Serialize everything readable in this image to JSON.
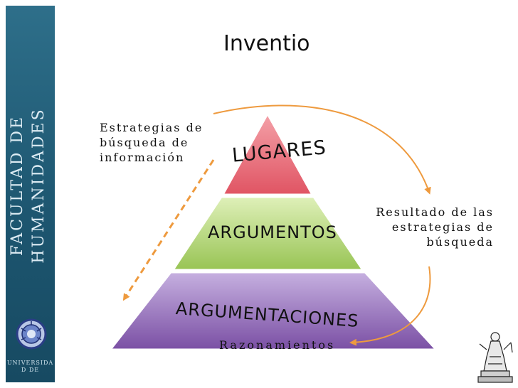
{
  "slide": {
    "title": "Inventio",
    "sidebar": {
      "faculty_line1": "FACULTAD DE",
      "faculty_line2": "HUMANIDADES",
      "university_line1": "UNIVERSIDA",
      "university_line2": "D DE"
    },
    "pyramid": {
      "levels": [
        {
          "label": "LUGARES",
          "color": "#e8606e"
        },
        {
          "label": "ARGUMENTOS",
          "color": "#a6cc5f"
        },
        {
          "label": "ARGUMENTACIONES",
          "color": "#8861ae"
        }
      ]
    },
    "annotations": {
      "search_strategies_line1": "Estrategias de",
      "search_strategies_line2": "búsqueda de",
      "search_strategies_line3": "información",
      "results_line1": "Resultado de las",
      "results_line2": "estrategias de",
      "results_line3": "búsqueda",
      "reasoning": "Razonamientos"
    },
    "colors": {
      "arrow": "#ee9a3e",
      "sidebar": "#1d5670"
    },
    "icons": [
      "university-seal-icon",
      "statue-icon"
    ]
  }
}
